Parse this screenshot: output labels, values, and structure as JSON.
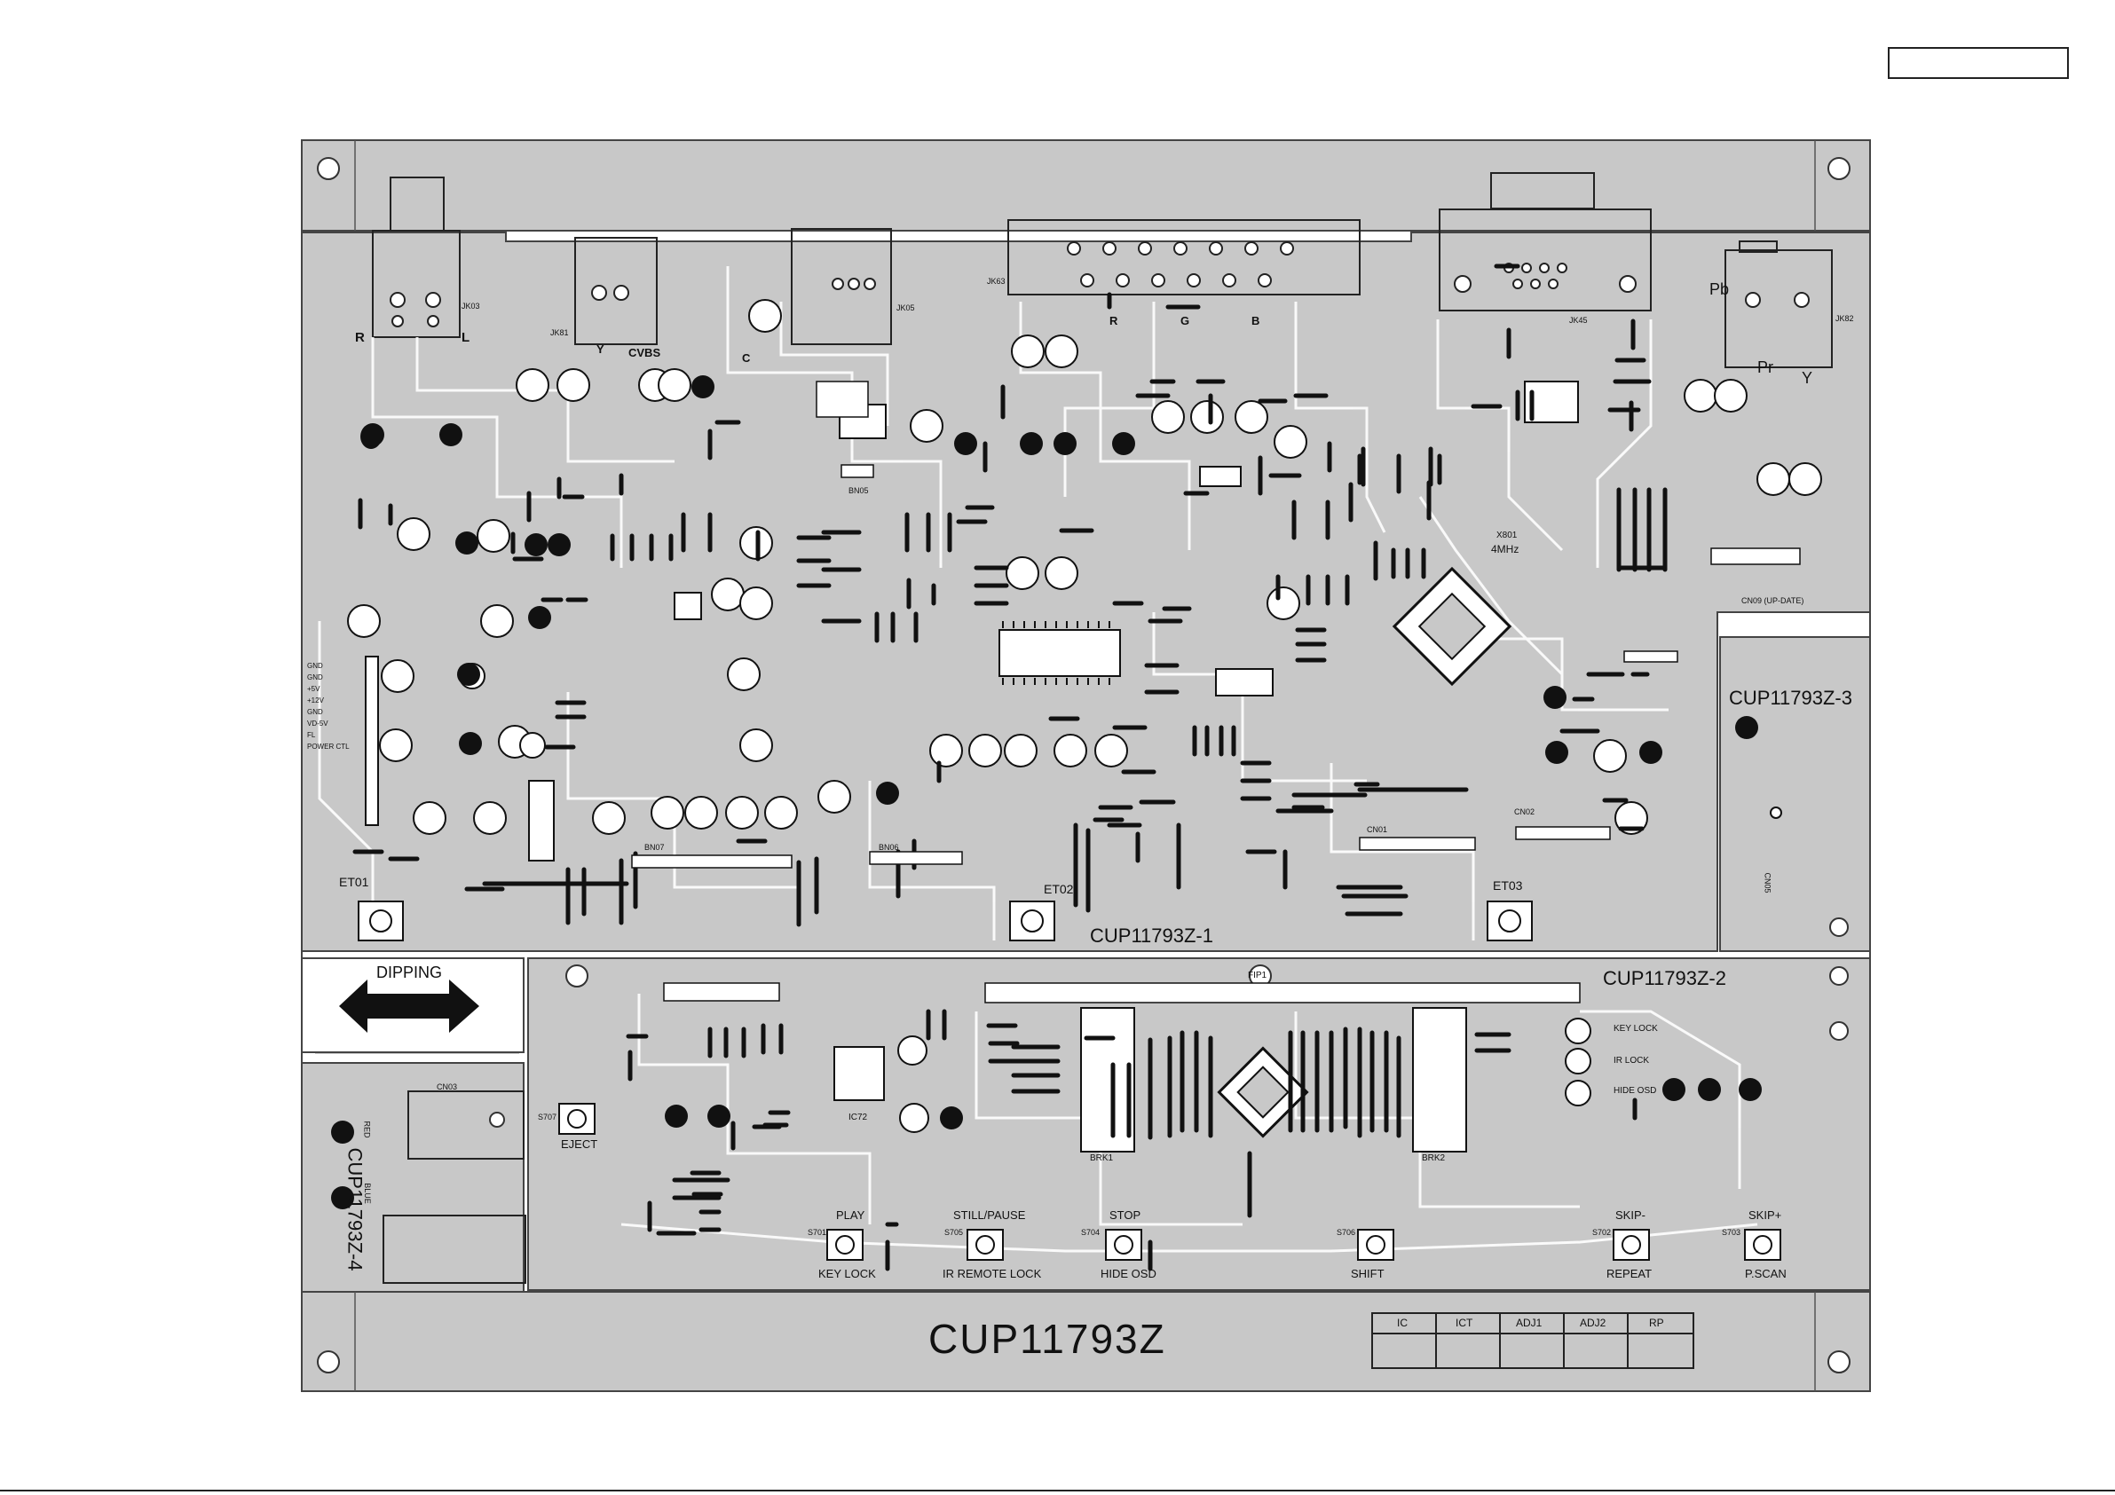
{
  "board": {
    "main_label": "CUP11793Z",
    "sub_labels": {
      "sub1": "CUP11793Z-1",
      "sub2": "CUP11793Z-2",
      "sub3": "CUP11793Z-3",
      "sub4": "CUP11793Z-4"
    },
    "dipping": "DIPPING",
    "fiducials": [
      "ET01",
      "ET02",
      "ET03"
    ],
    "connectors": {
      "jk03": "JK03",
      "jk81": "JK81",
      "jk05": "JK05",
      "jk63": "JK63",
      "jk45": "JK45",
      "jk82": "JK82",
      "cn03": "CN03",
      "cn01": "CN01",
      "cn02": "CN02",
      "cn05": "CN05",
      "bn07": "BN07",
      "bn06": "BN06",
      "bn05": "BN05",
      "brk1": "BRK1",
      "brk2": "BRK2",
      "fip1": "FIP1",
      "ic72": "IC72",
      "x801": "X801",
      "xtal_freq": "4MHz"
    },
    "video_labels": {
      "r": "R",
      "l": "L",
      "y": "Y",
      "cvbs": "CVBS",
      "c": "C",
      "rgb_r": "R",
      "rgb_g": "G",
      "rgb_b": "B",
      "pb": "Pb",
      "pr": "Pr",
      "y2": "Y"
    },
    "cn03_pins": [
      "GND",
      "GND",
      "+5V",
      "+12V",
      "GND",
      "VD-5V",
      "FL",
      "POWER CTL"
    ],
    "cn09_label": "CN09 (UP-DATE)",
    "red_label": "RED",
    "blue_label": "BLUE",
    "led_labels": [
      "KEY LOCK",
      "IR LOCK",
      "HIDE OSD"
    ],
    "buttons": [
      {
        "ref": "S707",
        "top": "EJECT",
        "bottom": ""
      },
      {
        "ref": "S701",
        "top": "PLAY",
        "bottom": "KEY LOCK"
      },
      {
        "ref": "S705",
        "top": "STILL/PAUSE",
        "bottom": "IR REMOTE LOCK"
      },
      {
        "ref": "S704",
        "top": "STOP",
        "bottom": "HIDE OSD"
      },
      {
        "ref": "S706",
        "top": "",
        "bottom": "SHIFT"
      },
      {
        "ref": "S702",
        "top": "SKIP-",
        "bottom": "REPEAT"
      },
      {
        "ref": "S703",
        "top": "SKIP+",
        "bottom": "P.SCAN"
      }
    ],
    "table_headers": [
      "IC",
      "ICT",
      "ADJ1",
      "ADJ2",
      "RP"
    ]
  },
  "colors": {
    "board_fill": "#c8c8c8",
    "silk": "#111111",
    "pad": "#ffffff"
  }
}
